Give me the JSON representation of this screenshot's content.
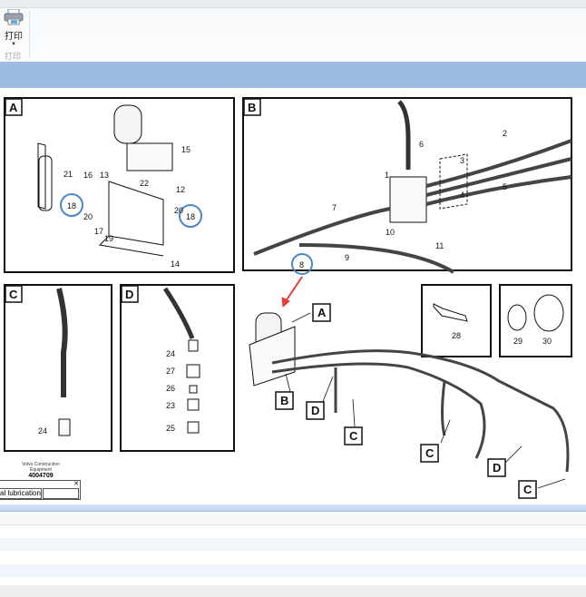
{
  "toolbar": {
    "print_label": "打印",
    "group_label": "打印"
  },
  "diagram": {
    "panel_a": {
      "letter": "A",
      "callouts": [
        "15",
        "21",
        "16",
        "13",
        "18",
        "22",
        "12",
        "20",
        "20",
        "18",
        "17",
        "19",
        "14"
      ]
    },
    "panel_b": {
      "letter": "B",
      "callouts": [
        "6",
        "1",
        "2",
        "3",
        "4",
        "5",
        "7",
        "10",
        "11",
        "9",
        "8"
      ]
    },
    "panel_c": {
      "letter": "C",
      "callouts": [
        "24"
      ]
    },
    "panel_d": {
      "letter": "D",
      "callouts": [
        "24",
        "27",
        "26",
        "23",
        "25"
      ]
    },
    "detail_28": {
      "callouts": [
        "28"
      ]
    },
    "detail_29_30": {
      "callouts": [
        "29",
        "30"
      ]
    },
    "overview": {
      "labels": [
        "A",
        "B",
        "D",
        "C",
        "C",
        "D",
        "C"
      ]
    },
    "highlight_color": "#4a86c8",
    "arrow_color": "#e83a3a"
  },
  "info_box": {
    "company": "Volvo Construction",
    "company2": "Equipment",
    "number": "4004709",
    "title": "al lubrication",
    "close": "✕"
  }
}
